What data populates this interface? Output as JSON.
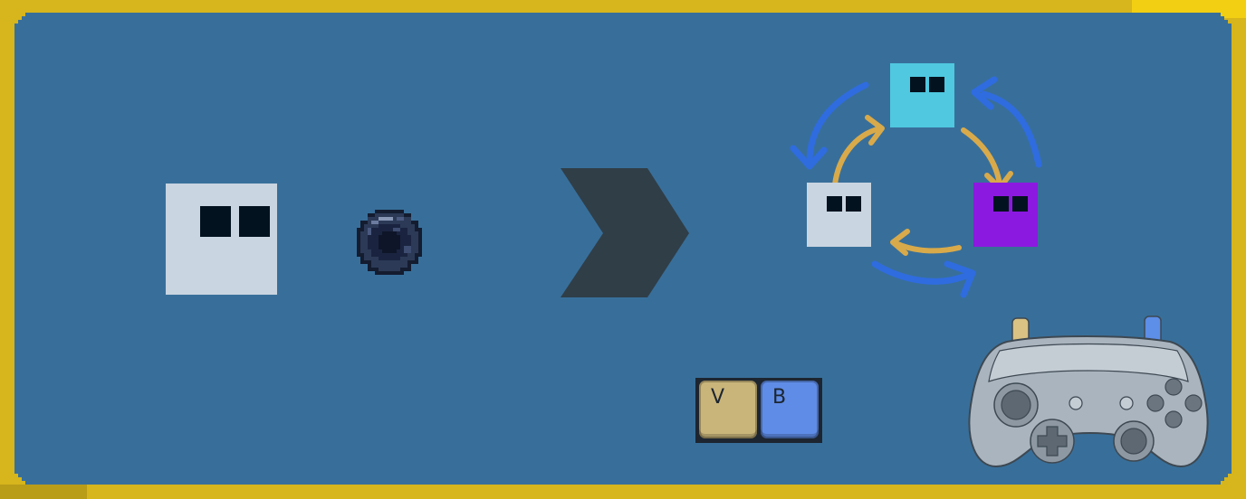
{
  "hud": {
    "colors": {
      "frame": "#d7b51c",
      "frame_highlight": "#f2cf12",
      "background": "#386f9a",
      "player_block": "#c9d5e1",
      "cyan_block": "#4fc8e0",
      "purple_block": "#8c19e0",
      "eyes": "#03121f",
      "arrow_yellow": "#d9aa4a",
      "arrow_blue": "#2f6ce0",
      "chevron": "#303e48"
    },
    "items": {
      "player_block_icon": "player-block-icon",
      "orb_icon": "dark-orb-icon",
      "next_icon": "chevron-right-icon",
      "cycle_icon": "color-cycle-diagram"
    },
    "keys": [
      {
        "label": "V",
        "color": "#c9b57a"
      },
      {
        "label": "B",
        "color": "#5f8ce6"
      }
    ],
    "controller": {
      "icon": "gamepad-icon",
      "left_bumper_color": "#d9c283",
      "right_bumper_color": "#5d8ee8"
    }
  }
}
